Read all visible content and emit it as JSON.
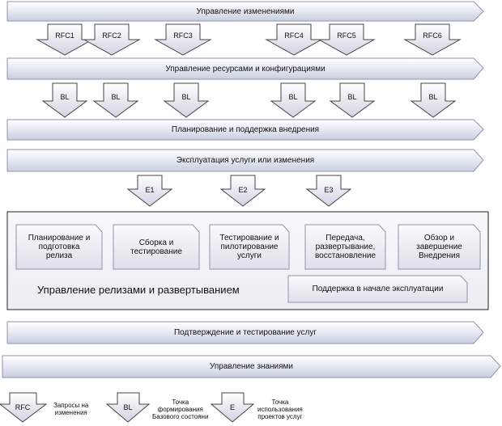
{
  "bands": {
    "change": "Управление изменениями",
    "resources": "Управление ресурсами и конфигурациями",
    "planning": "Планирование и поддержка внедрения",
    "operation": "Эксплуатация услуги или изменения",
    "validation": "Подтверждение и тестирование услуг",
    "knowledge": "Управление знаниями"
  },
  "rfc_arrows": [
    "RFC1",
    "RFC2",
    "RFC3",
    "RFC4",
    "RFC5",
    "RFC6"
  ],
  "bl_arrows": [
    "BL",
    "BL",
    "BL",
    "BL",
    "BL",
    "BL"
  ],
  "e_arrows": [
    "E1",
    "E2",
    "E3"
  ],
  "release": {
    "title": "Управление релизами и развертыванием",
    "steps": [
      "Планирование и\nподготовка\nрелиза",
      "Сборка и\nтестирование",
      "Тестирование и\nпилотирование\nуслуги",
      "Передача,\nразвертывание,\nвосстановление",
      "Обзор и\nзавершение\nВнедрения"
    ],
    "support": "Поддержка в начале эксплуатации"
  },
  "legend": [
    {
      "symbol": "RFC",
      "text": "Запросы на\nизменения"
    },
    {
      "symbol": "BL",
      "text": "Точка\nформирования\nБазового состояни"
    },
    {
      "symbol": "E",
      "text": "Точка\nиспользования\nпроектов услуг"
    }
  ]
}
